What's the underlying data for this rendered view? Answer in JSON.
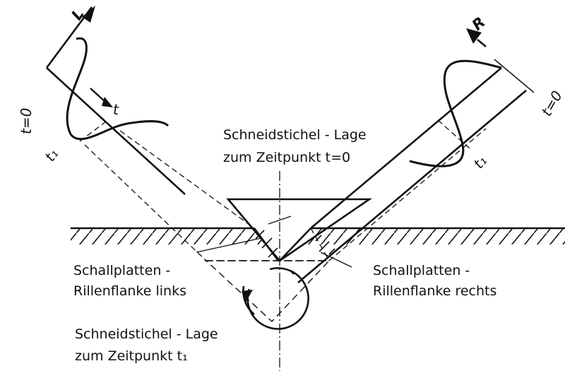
{
  "colors": {
    "ink": "#111111",
    "paper": "#ffffff"
  },
  "left_channel": {
    "label": "L",
    "time_label": "t",
    "t0_label": "t=0",
    "t1_label": "t₁"
  },
  "right_channel": {
    "label": "R",
    "t0_label": "t=0",
    "t1_label": "t₁"
  },
  "labels": {
    "stylus_t0_line1": "Schneidstichel - Lage",
    "stylus_t0_line2": "zum Zeitpunkt t=0",
    "groove_left_line1": "Schallplatten -",
    "groove_left_line2": "Rillenflanke links",
    "groove_right_line1": "Schallplatten -",
    "groove_right_line2": "Rillenflanke rechts",
    "stylus_t1_line1": "Schneidstichel - Lage",
    "stylus_t1_line2": "zum Zeitpunkt t₁"
  }
}
